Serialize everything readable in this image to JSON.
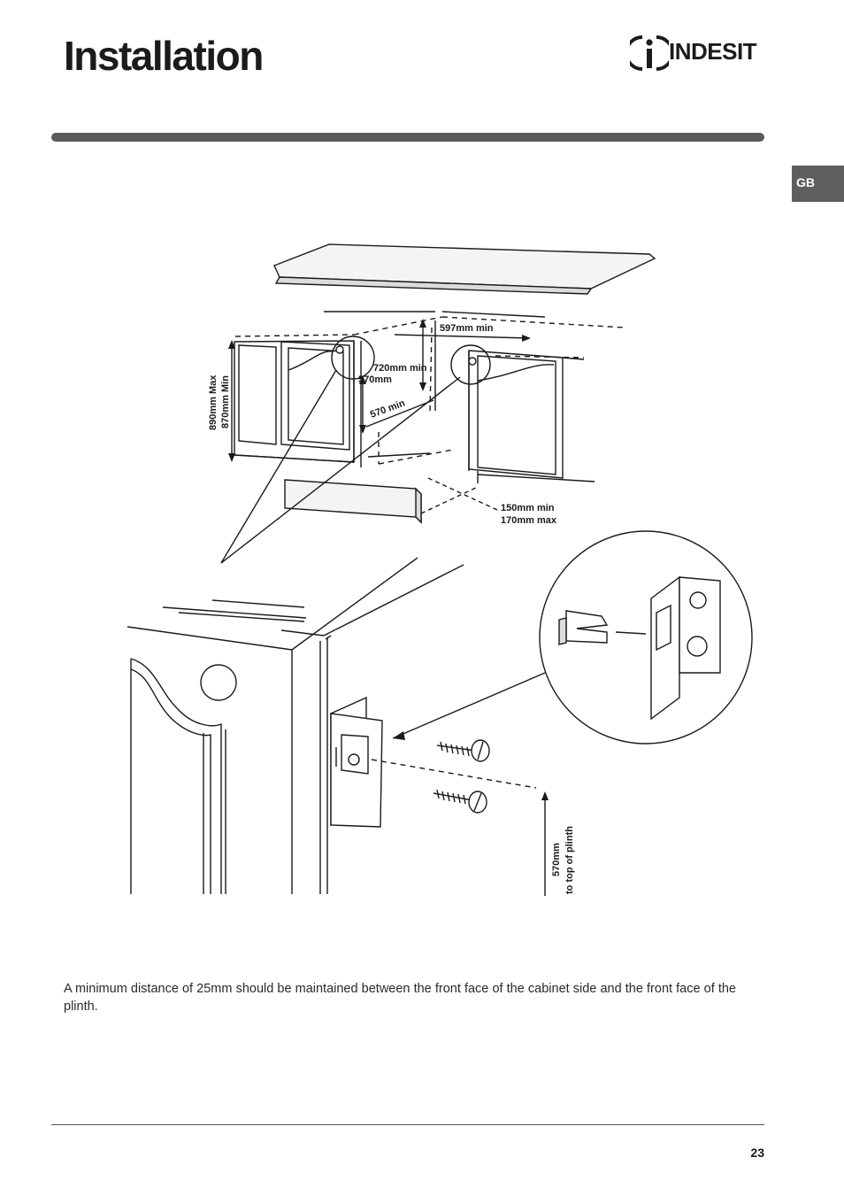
{
  "header": {
    "title": "Installation",
    "brand": "INDESIT"
  },
  "language_tab": "GB",
  "diagram": {
    "labels": {
      "width_min": "597mm min",
      "depth_min": "720mm min",
      "mount_height": "570mm",
      "opening_depth": "570 min",
      "height_max": "890mm Max",
      "height_min": "870mm Min",
      "plinth_min": "150mm min",
      "plinth_max": "170mm max",
      "bracket_height": "570mm",
      "bracket_ref": "to top of plinth"
    }
  },
  "body": {
    "note": "A minimum distance of 25mm should be maintained between the front face of the cabinet side and the front face of the plinth."
  },
  "footer": {
    "page_number": "23"
  }
}
